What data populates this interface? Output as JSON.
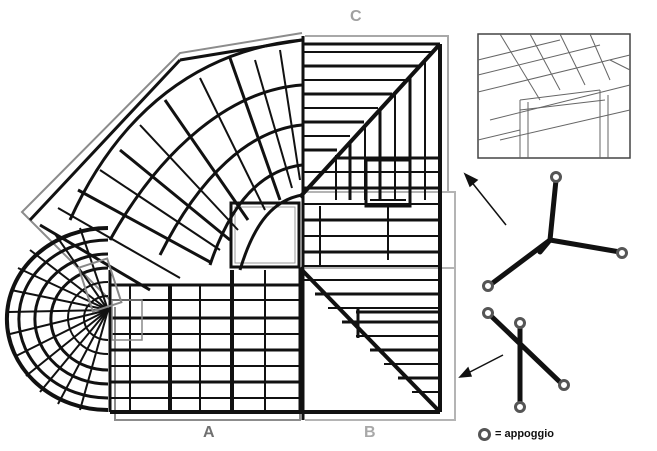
{
  "labels": {
    "a": "A",
    "b": "B",
    "c": "C"
  },
  "legend": {
    "symbol": "support-ring-icon",
    "text": "= appoggio"
  },
  "colors": {
    "beam": "#111111",
    "zone_outline_a": "#8c8c8c",
    "zone_outline_b": "#b4b4b4",
    "zone_outline_c": "#a0a0a0",
    "support_ring": "#555555"
  }
}
